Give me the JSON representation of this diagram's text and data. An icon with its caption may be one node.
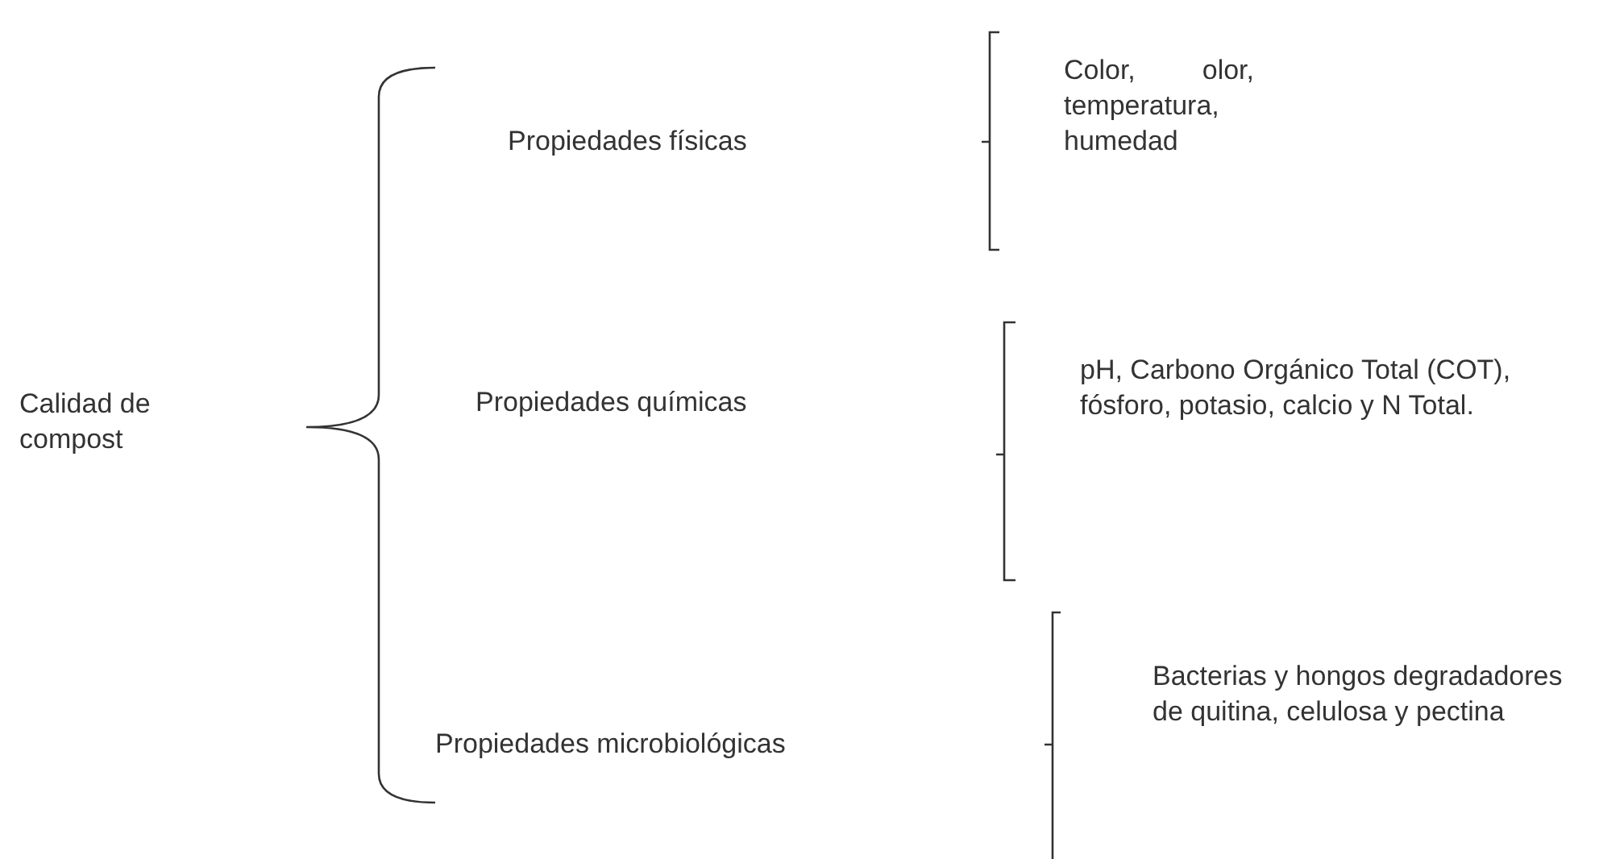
{
  "diagram": {
    "nodes": [
      {
        "text": [
          "Calidad de compost"
        ]
      },
      {
        "text": [
          "Propiedades físicas"
        ]
      },
      {
        "text": [
          "Color, olor, temperatura, humedad"
        ]
      },
      {
        "text": [
          "Propiedades químicas"
        ]
      },
      {
        "text": [
          "pH, Carbono Orgánico Total (COT), fósforo, potasio, calcio y N Total."
        ]
      },
      {
        "text": [
          "Propiedades microbiológicas"
        ]
      },
      {
        "text": [
          "Bacterias y hongos degradadores de quitina, celulosa y pectina"
        ]
      }
    ]
  }
}
